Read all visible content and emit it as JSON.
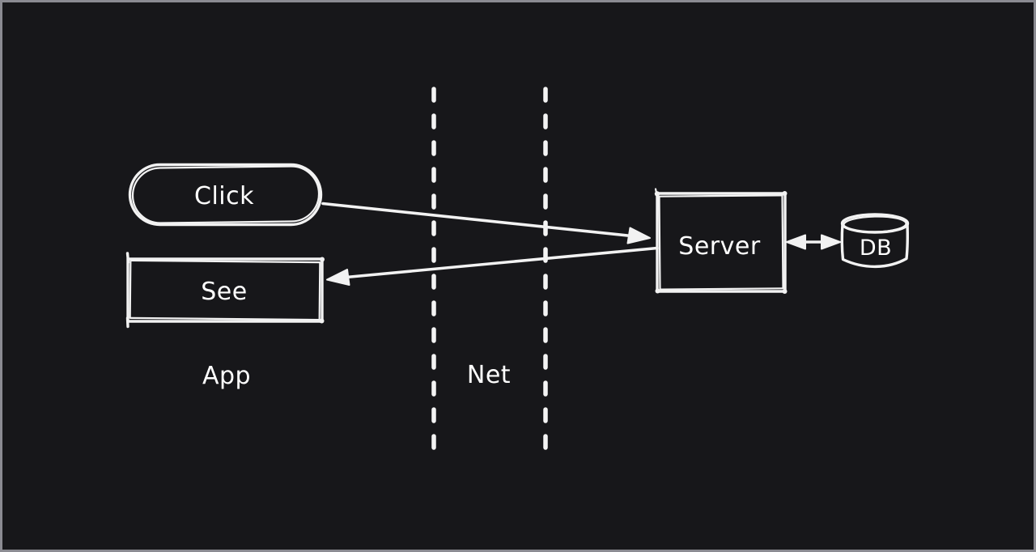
{
  "canvas": {
    "background_color": "#17171a",
    "frame_border_color": "#8b8b92",
    "stroke_color": "#f2f2f2",
    "text_color": "#ffffff"
  },
  "diagram": {
    "nodes": {
      "click": {
        "label": "Click",
        "shape": "pill"
      },
      "see": {
        "label": "See",
        "shape": "rectangle"
      },
      "server": {
        "label": "Server",
        "shape": "rectangle"
      },
      "db": {
        "label": "DB",
        "shape": "cylinder"
      }
    },
    "lanes": {
      "app": {
        "label": "App"
      },
      "net": {
        "label": "Net"
      }
    },
    "edges": [
      {
        "from": "click",
        "to": "server",
        "style": "arrow"
      },
      {
        "from": "server",
        "to": "see",
        "style": "arrow"
      },
      {
        "from": "server",
        "to": "db",
        "style": "double-arrow"
      }
    ]
  }
}
